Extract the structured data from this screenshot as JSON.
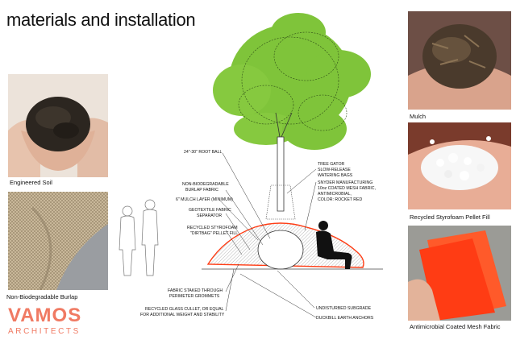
{
  "title": "materials and installation",
  "photos": {
    "engineered_soil": "Engineered Soil",
    "burlap": "Non-Biodegradable Burlap",
    "mulch": "Mulch",
    "styrofoam": "Recycled Styrofoam Pellet Fill",
    "mesh": "Antimicrobial Coated Mesh Fabric"
  },
  "annotations": {
    "root_ball": "24\"-30\" ROOT BALL",
    "burlap_fabric_1": "NON-BIODEGRADABLE",
    "burlap_fabric_2": "BURLAP FABRIC",
    "mulch_layer": "6\" MULCH LAYER (MINIMUM)",
    "geotextile_1": "GEOTEXTILE FABRIC",
    "geotextile_2": "SEPARATOR",
    "styrofoam_1": "RECYCLED STYROFOAM",
    "styrofoam_2": "\"DIRTBAG\" PELLET FILL",
    "tree_gator_1": "TREE GATOR",
    "tree_gator_2": "SLOW-RELEASE",
    "tree_gator_3": "WATERING BAGS",
    "snyder_1": "SNYDER MANUFACTURING",
    "snyder_2": "10oz COATED MESH FABRIC,",
    "snyder_3": "ANTIMICROBIAL,",
    "snyder_4": "COLOR: ROCKET RED",
    "fabric_staked_1": "FABRIC STAKED THROUGH",
    "fabric_staked_2": "PERIMETER GROMMETS",
    "glass_cullet_1": "RECYCLED GLASS CULLET, OR EQUAL",
    "glass_cullet_2": "FOR ADDITIONAL WEIGHT AND STABILITY",
    "subgrade": "UNDISTURBED SUBGRADE",
    "anchors": "DUCKBILL EARTH ANCHORS"
  },
  "logo": {
    "name": "VAMOS",
    "sub": "ARCHITECTS"
  },
  "colors": {
    "brand": "#f07a63",
    "rocket_red": "#ff3c14",
    "foliage": "#7fc43a"
  }
}
